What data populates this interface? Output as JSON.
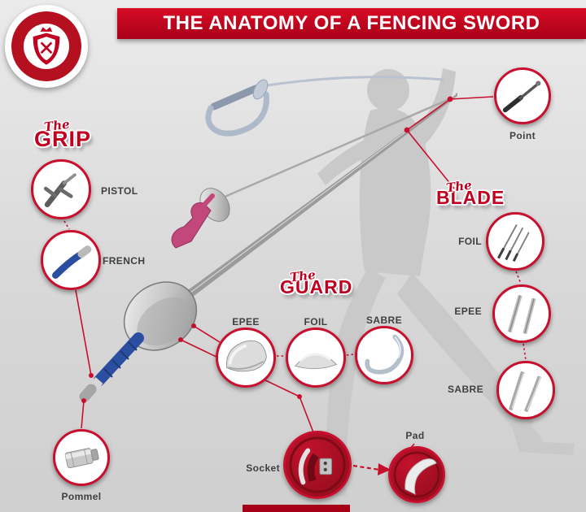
{
  "header": {
    "title": "THE ANATOMY OF A FENCING SWORD"
  },
  "sections": {
    "grip": {
      "the": "The",
      "title": "GRIP",
      "items": [
        {
          "label": "PISTOL"
        },
        {
          "label": "FRENCH"
        }
      ]
    },
    "blade": {
      "the": "The",
      "title": "BLADE",
      "items": [
        {
          "label": "FOIL"
        },
        {
          "label": "EPEE"
        },
        {
          "label": "SABRE"
        }
      ]
    },
    "guard": {
      "the": "The",
      "title": "GUARD",
      "items": [
        {
          "label": "EPEE"
        },
        {
          "label": "FOIL"
        },
        {
          "label": "SABRE"
        }
      ]
    },
    "point": {
      "label": "Point"
    },
    "pommel": {
      "label": "Pommel"
    },
    "socket": {
      "label": "Socket"
    },
    "pad": {
      "label": "Pad"
    }
  },
  "icons": {
    "logo": "fencing-club-crest",
    "callouts": [
      "pistol-grip",
      "french-grip",
      "blade-point",
      "foil-blade",
      "epee-blade",
      "sabre-blade",
      "epee-guard",
      "foil-guard",
      "sabre-guard",
      "socket",
      "pad",
      "pommel"
    ],
    "background": [
      "fencer-silhouette",
      "epee-sword",
      "foil-sword",
      "sabre-sword"
    ]
  },
  "colors": {
    "accent_red": "#c8102e",
    "header_red": "#c50020",
    "dark_red": "#9d0f1f",
    "label_gray": "#3f3f3f",
    "grip_blue": "#2b4fa0",
    "foil_grip_pink": "#c2487c",
    "background_gray": "#dedede"
  }
}
